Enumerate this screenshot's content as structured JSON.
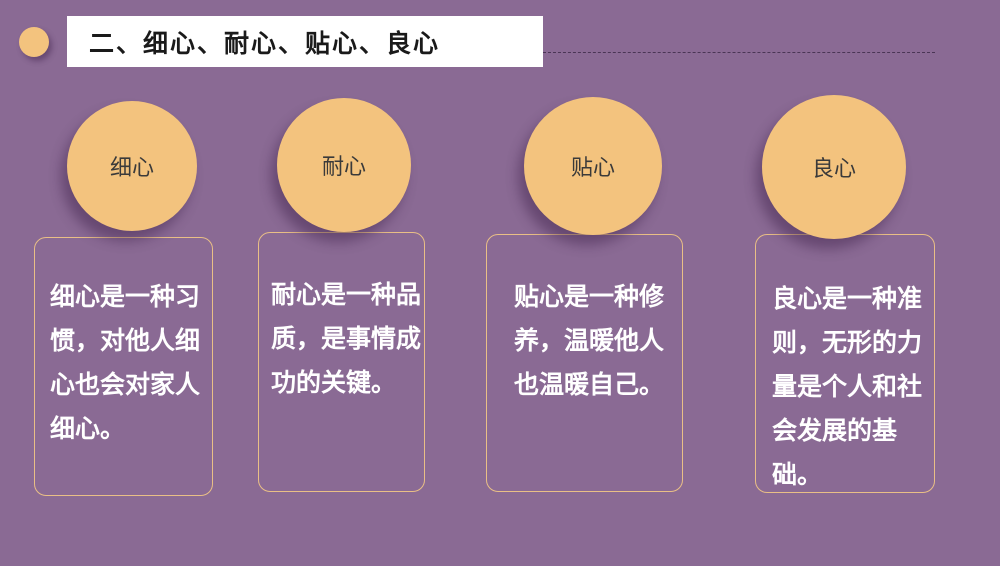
{
  "header": {
    "title": "二、细心、耐心、贴心、良心"
  },
  "colors": {
    "background": "#8a6a94",
    "accent": "#f3c37e",
    "card_border": "#e9bf86",
    "text_light": "#ffffff",
    "text_dark": "#3a3a3a"
  },
  "cards": [
    {
      "label": "细心",
      "text": "细心是一种习惯，对他人细心也会对家人细心。"
    },
    {
      "label": "耐心",
      "text": "耐心是一种品质，是事情成功的关键。"
    },
    {
      "label": "贴心",
      "text": "贴心是一种修养，温暖他人也温暖自己。"
    },
    {
      "label": "良心",
      "text": "良心是一种准则，无形的力量是个人和社会发展的基础。"
    }
  ]
}
